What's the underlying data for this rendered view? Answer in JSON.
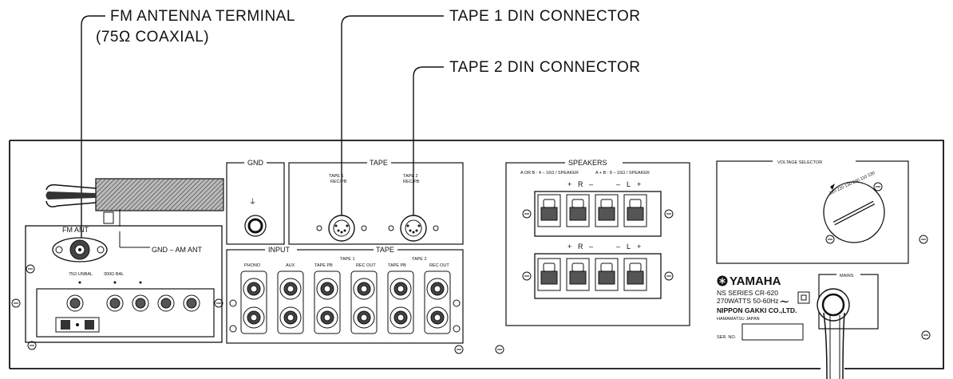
{
  "callouts": {
    "fm_antenna_line1": "FM ANTENNA TERMINAL",
    "fm_antenna_line2": "(75Ω COAXIAL)",
    "tape1_din": "TAPE 1 DIN CONNECTOR",
    "tape2_din": "TAPE 2 DIN CONNECTOR"
  },
  "panel": {
    "gnd": "GND",
    "gnd_symbol": "⏚",
    "tape_din_group": "TAPE",
    "tape1": "TAPE 1",
    "tape2": "TAPE 2",
    "rec_pb": "REC/PB",
    "fm_ant": "FM ANT",
    "gnd_am_ant": "GND – AM ANT",
    "fm_75_unbal": "75Ω UNBAL",
    "fm_300_bal": "300Ω BAL",
    "input": "INPUT",
    "tape_rca_group": "TAPE",
    "input_tape1": "TAPE 1",
    "input_tape2": "TAPE 2",
    "phono": "PHONO",
    "aux": "AUX",
    "tape_pb": "TAPE PB",
    "rec_out": "REC OUT",
    "speakers": "SPEAKERS",
    "speakers_a_or_b": "A OR B : 4 – 16Ω / SPEAKER",
    "speakers_a_plus_b": "A + B : 8 – 16Ω / SPEAKER",
    "plus": "+",
    "minus": "–",
    "right": "R",
    "left": "L",
    "voltage_selector": "VOLTAGE SELECTOR",
    "voltage_dial": "120 220 130 240 110 230",
    "brand": "YAMAHA",
    "ns_series": "NS SERIES   CR-620",
    "watts": "270WATTS  50-60Hz",
    "ac_symbol": "∼",
    "maker": "NIPPON GAKKI CO.,LTD.",
    "location": "HAMAMATSU JAPAN",
    "ser_no": "SER. NO.",
    "mains": "MAINS"
  }
}
